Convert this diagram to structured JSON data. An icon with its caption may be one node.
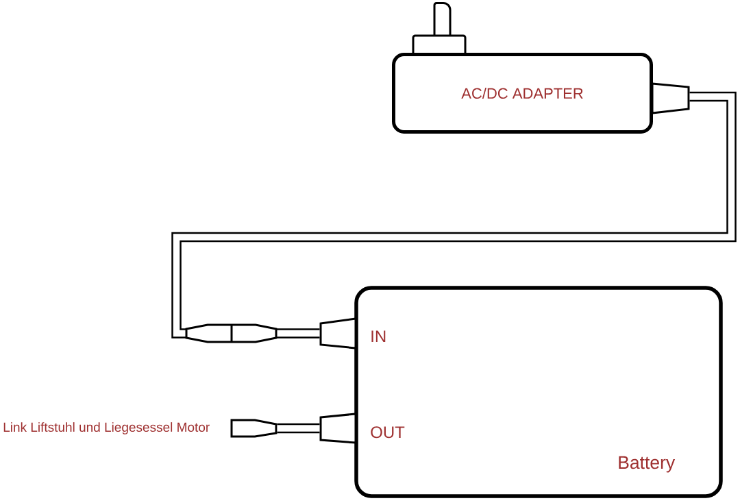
{
  "diagram": {
    "nodes": [
      {
        "text": [
          "AC/DC ADAPTER"
        ]
      },
      {
        "text": [
          "Battery"
        ]
      },
      {
        "text": [
          "Link Liftstuhl und Liegesessel Motor"
        ]
      }
    ],
    "edges": [
      {
        "from": 0,
        "to": 1,
        "arrow": "none"
      },
      {
        "from": 1,
        "to": 2,
        "arrow": "none"
      }
    ],
    "labels": [
      "IN",
      "OUT"
    ]
  }
}
